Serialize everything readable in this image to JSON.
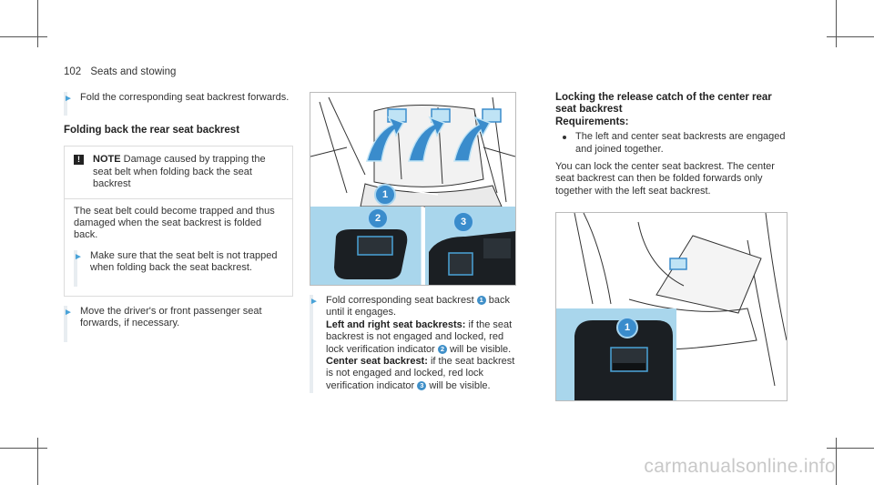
{
  "header": {
    "page_number": "102",
    "section": "Seats and stowing"
  },
  "left": {
    "step1": "Fold the corresponding seat backrest forwards.",
    "heading": "Folding back the rear seat backrest",
    "note": {
      "title": "NOTE",
      "title_text": "Damage caused by trapping the seat belt when folding back the seat backrest",
      "body": "The seat belt could become trapped and thus damaged when the seat backrest is folded back.",
      "step": "Make sure that the seat belt is not trapped when folding back the seat backrest."
    },
    "step2": "Move the driver's or front passenger seat forwards, if necessary."
  },
  "middle": {
    "callouts": [
      "1",
      "2",
      "3"
    ],
    "step_pre": "Fold corresponding seat backrest",
    "step_post": "back until it engages.",
    "left_right_label": "Left and right seat backrests:",
    "left_right_pre": "if the seat backrest is not engaged and locked, red lock verification indicator",
    "left_right_post": "will be visible.",
    "center_label": "Center seat backrest:",
    "center_pre": "if the seat backrest is not engaged and locked, red lock verification indicator",
    "center_post": "will be visible."
  },
  "right": {
    "heading": "Locking the release catch of the center rear seat backrest",
    "req_label": "Requirements:",
    "req_item": "The left and center seat backrests are engaged and joined together.",
    "body": "You can lock the center seat backrest. The center seat backrest can then be folded forwards only together with the left seat backrest.",
    "callout": "1"
  },
  "watermark": "carmanualsonline.info",
  "colors": {
    "accent": "#3a8ccc",
    "panel": "#a9d6ec",
    "dark": "#1b1f23"
  }
}
